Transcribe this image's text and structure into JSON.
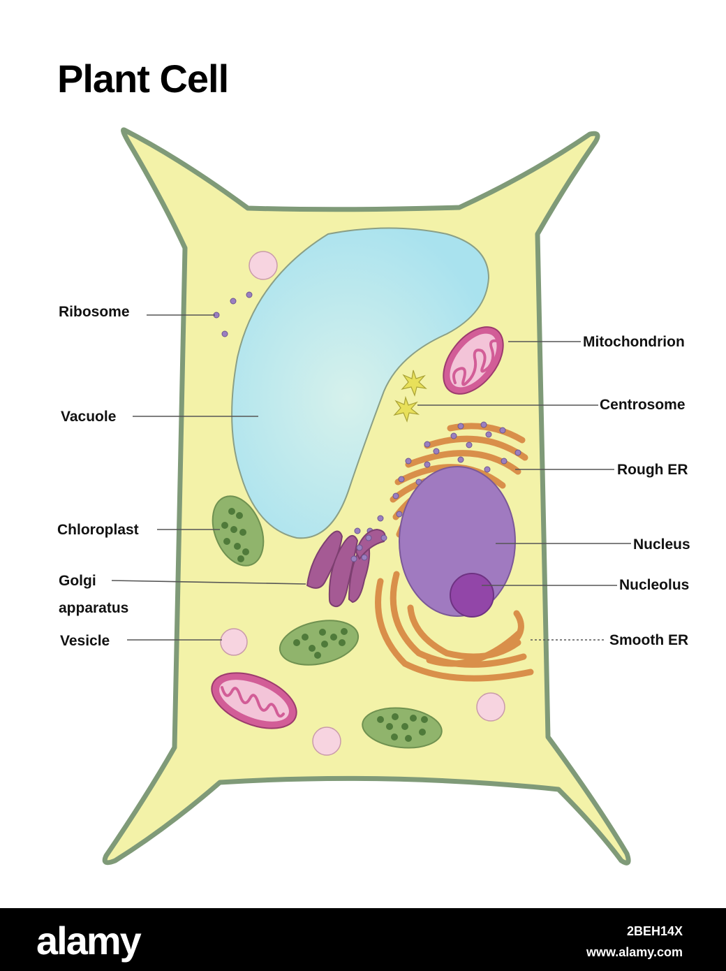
{
  "title": "Plant Cell",
  "labels": {
    "ribosome": "Ribosome",
    "vacuole": "Vacuole",
    "chloroplast": "Chloroplast",
    "golgi_line1": "Golgi",
    "golgi_line2": "apparatus",
    "vesicle": "Vesicle",
    "mitochondrion": "Mitochondrion",
    "centrosome": "Centrosome",
    "rough_er": "Rough ER",
    "nucleus": "Nucleus",
    "nucleolus": "Nucleolus",
    "smooth_er": "Smooth ER"
  },
  "footer": {
    "logo": "alamy",
    "image_id": "2BEH14X",
    "site": "www.alamy.com"
  },
  "colors": {
    "cell_wall": "#7f9a78",
    "cytoplasm": "#f3f2a8",
    "vacuole": "#aee4ec",
    "chloroplast": "#90b46c",
    "mitochondrion": "#d25d97",
    "nucleus": "#a07ac0",
    "nucleolus": "#9246a8",
    "er": "#d98f4a",
    "golgi": "#a55a94",
    "vesicle": "#f7d4e0"
  }
}
